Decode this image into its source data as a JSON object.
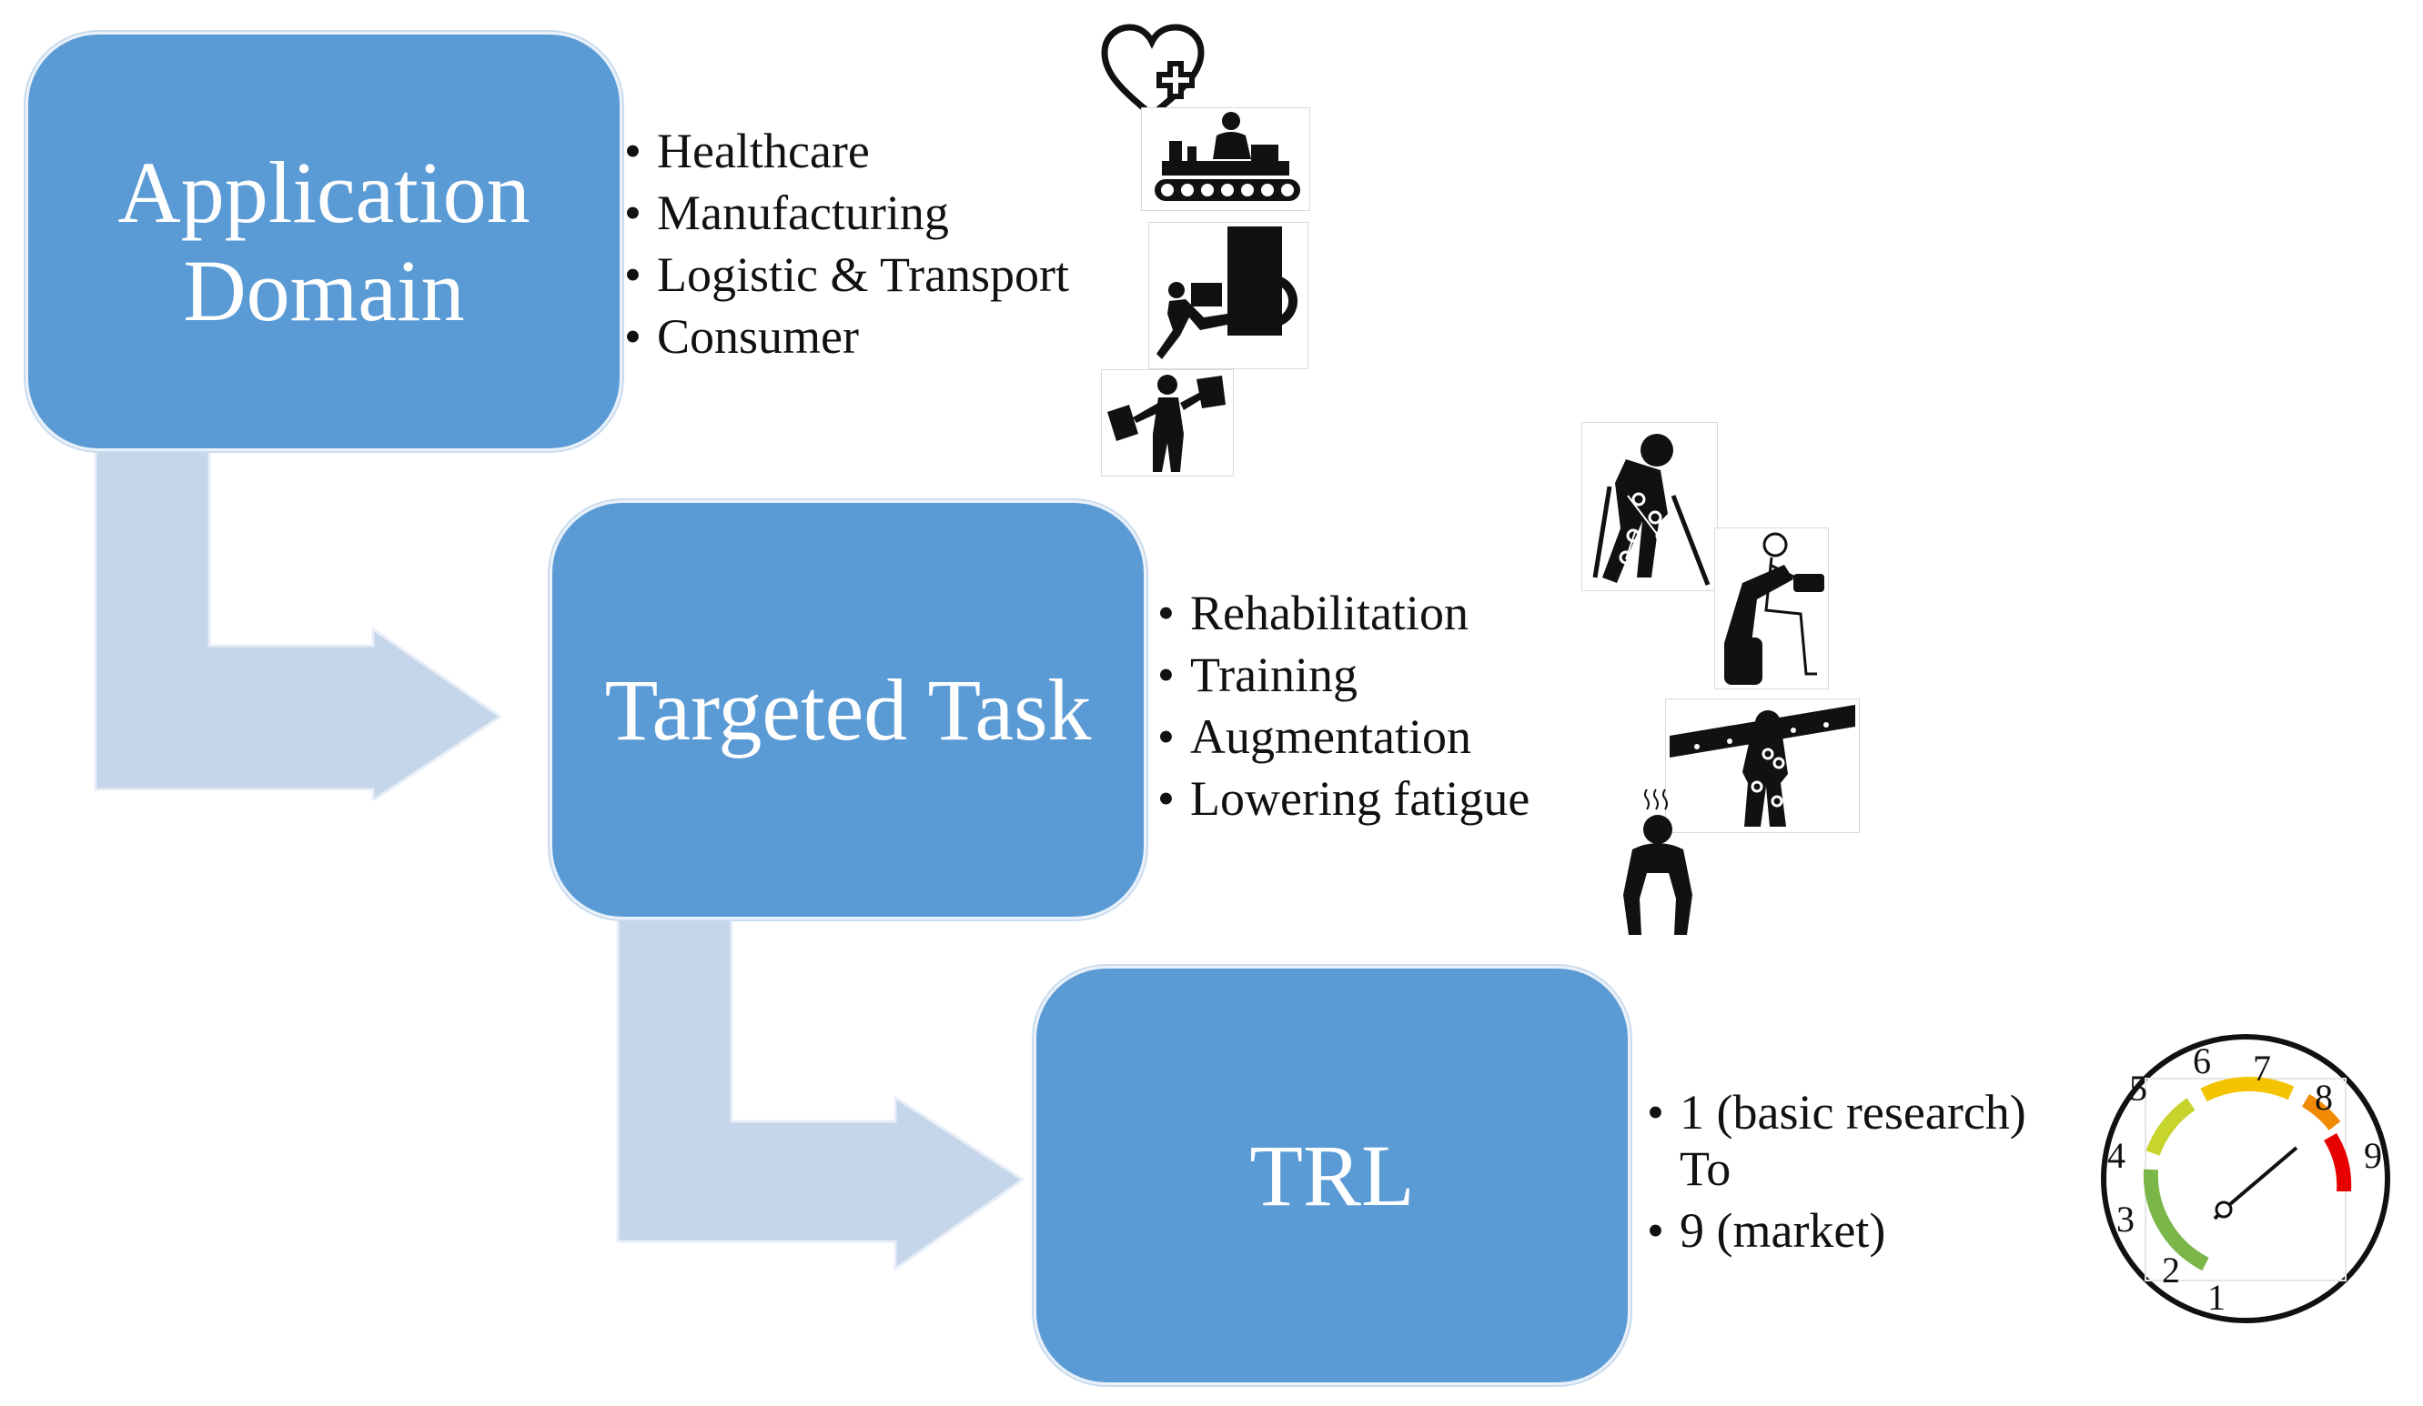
{
  "boxes": [
    {
      "title": "Application\nDomain"
    },
    {
      "title": "Targeted Task"
    },
    {
      "title": "TRL"
    }
  ],
  "application_domain": {
    "items": [
      "Healthcare",
      "Manufacturing",
      "Logistic & Transport",
      "Consumer"
    ],
    "icons": [
      "heart-plus-icon",
      "conveyor-worker-icon",
      "truck-loading-icon",
      "shopping-bags-person-icon"
    ]
  },
  "targeted_task": {
    "items": [
      "Rehabilitation",
      "Training",
      "Augmentation",
      "Lowering fatigue"
    ],
    "icons": [
      "rehab-exoskeleton-crutches-icon",
      "seated-training-device-icon",
      "beam-carrying-exoskeleton-icon",
      "tired-worker-icon"
    ]
  },
  "trl": {
    "items": [
      {
        "line1": "1 (basic research)",
        "line2": "To"
      },
      {
        "line1": "9 (market)"
      }
    ],
    "gauge": {
      "labels": [
        "1",
        "2",
        "3",
        "4",
        "5",
        "6",
        "7",
        "8",
        "9"
      ],
      "colors": {
        "green": "#7ab648",
        "yellow_green": "#c6d42c",
        "yellow": "#f5c400",
        "orange": "#f08a00",
        "red": "#e60000"
      }
    }
  },
  "colors": {
    "box": "#5b9bd5",
    "arrow": "#c5d5ea",
    "text": "#111111"
  }
}
